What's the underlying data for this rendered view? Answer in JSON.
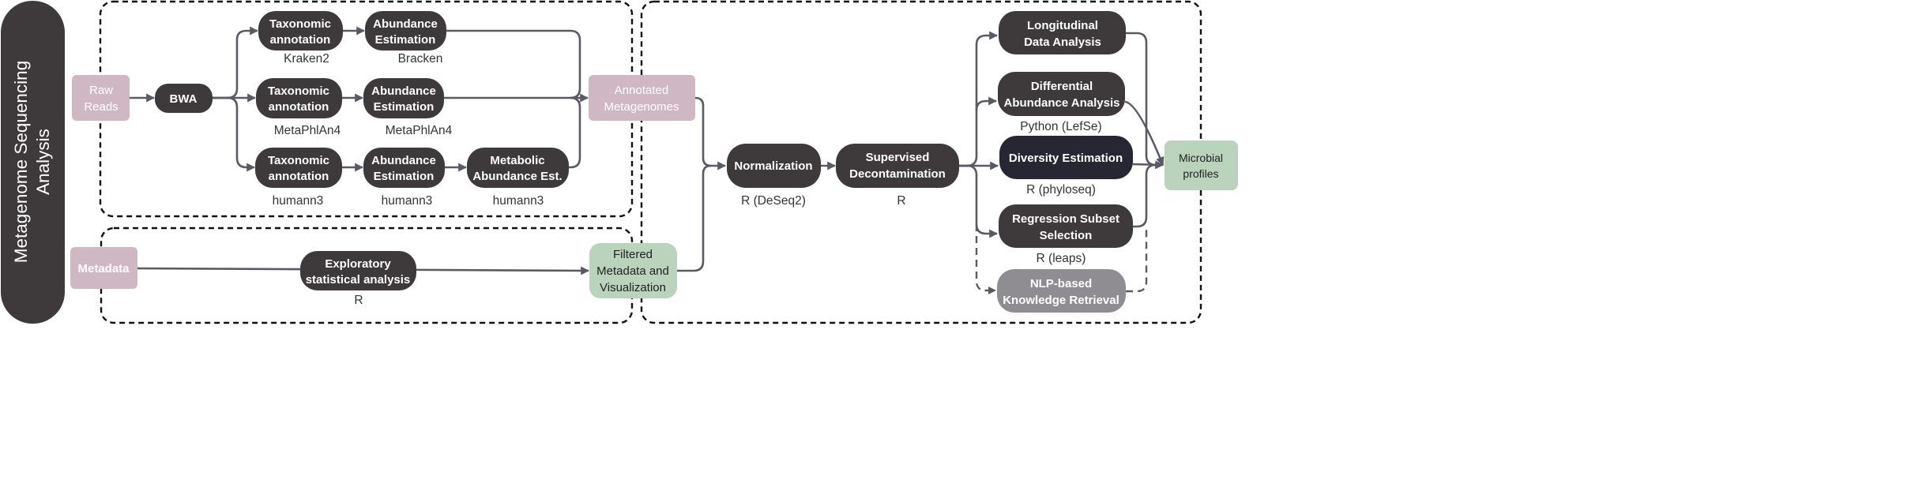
{
  "colors": {
    "dark_node": "#3e3a3c",
    "navy_node": "#272733",
    "gray_node": "#8f8d91",
    "pink_node": "#cfb8c4",
    "green_node": "#b9d3bc",
    "banner": "#3e3a3c"
  },
  "banner": {
    "line1": "Metagenome Sequencing",
    "line2": "Analysis"
  },
  "inputs": {
    "raw_reads": [
      "Raw",
      "Reads"
    ],
    "metadata": "Metadata"
  },
  "aligner": "BWA",
  "pipelines": [
    {
      "annotation": [
        "Taxonomic",
        "annotation"
      ],
      "annotation_tool": "Kraken2",
      "abundance": [
        "Abundance",
        "Estimation"
      ],
      "abundance_tool": "Bracken"
    },
    {
      "annotation": [
        "Taxonomic",
        "annotation"
      ],
      "annotation_tool": "MetaPhlAn4",
      "abundance": [
        "Abundance",
        "Estimation"
      ],
      "abundance_tool": "MetaPhlAn4"
    },
    {
      "annotation": [
        "Taxonomic",
        "annotation"
      ],
      "annotation_tool": "humann3",
      "abundance": [
        "Abundance",
        "Estimation"
      ],
      "abundance_tool": "humann3",
      "metabolic": [
        "Metabolic",
        "Abundance Est."
      ],
      "metabolic_tool": "humann3"
    }
  ],
  "annotated": [
    "Annotated",
    "Metagenomes"
  ],
  "exploratory": {
    "label": [
      "Exploratory",
      "statistical analysis"
    ],
    "tool": "R"
  },
  "filtered": [
    "Filtered",
    "Metadata and",
    "Visualization"
  ],
  "normalization": {
    "label": "Normalization",
    "tool": "R (DeSeq2)"
  },
  "decontamination": {
    "label": [
      "Supervised",
      "Decontamination"
    ],
    "tool": "R"
  },
  "analyses": [
    {
      "label": [
        "Longitudinal",
        "Data Analysis"
      ],
      "tool": ""
    },
    {
      "label": [
        "Differential",
        "Abundance Analysis"
      ],
      "tool": "Python (LefSe)"
    },
    {
      "label": [
        "Diversity Estimation"
      ],
      "tool": "R (phyloseq)"
    },
    {
      "label": [
        "Regression Subset",
        "Selection"
      ],
      "tool": "R (leaps)"
    },
    {
      "label": [
        "NLP-based",
        "Knowledge Retrieval"
      ],
      "tool": ""
    }
  ],
  "output": [
    "Microbial",
    "profiles"
  ]
}
